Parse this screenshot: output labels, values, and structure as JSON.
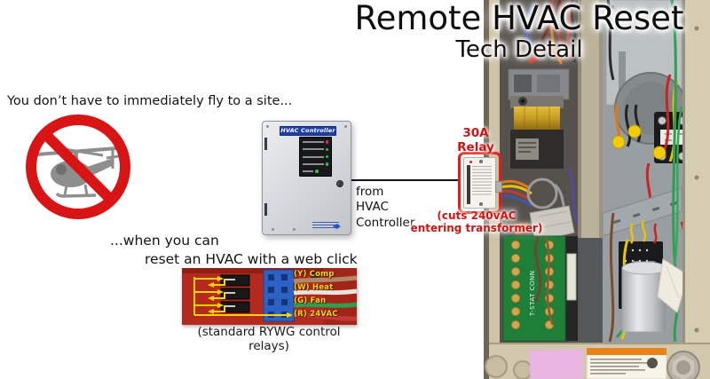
{
  "slide": {
    "title": "Remote HVAC Reset",
    "subtitle": "Tech Detail",
    "intro_text": "You don’t have to immediately fly to a site...",
    "when_line1": "...when you can",
    "when_line2": "reset an HVAC with a web click"
  },
  "controller": {
    "panel_label": "HVAC Controller",
    "callout": "from\nHVAC\nController"
  },
  "relay": {
    "callout": "30A\nRelay",
    "note": "(cuts 240vAC\nentering transformer)"
  },
  "relay_board": {
    "wire_labels": [
      "(Y) Comp",
      "(W) Heat",
      "(G) Fan",
      "(R) 24VAC"
    ],
    "caption": "(standard RYWG control relays)"
  },
  "panel_photo": {
    "tstat_label": "T-STAT CONN"
  },
  "colors": {
    "annotation_red": "#ce1412",
    "prohibition_red": "#d81414",
    "label_yellow": "#ffd60a",
    "controller_blue": "#1d3da8",
    "pcb_red": "#b52a1e"
  }
}
